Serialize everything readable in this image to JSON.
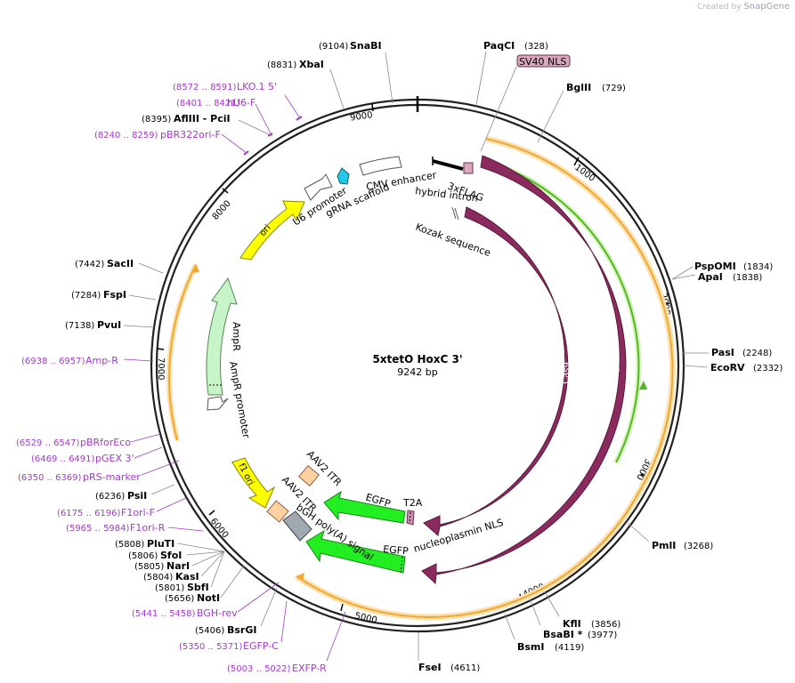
{
  "credit": {
    "prefix": "Created by",
    "brand": "SnapGene"
  },
  "plasmid": {
    "name": "5xtetO HoxC 3'",
    "size": "9242 bp"
  },
  "ticks": [
    "1000",
    "2000",
    "3000",
    "4000",
    "5000",
    "6000",
    "7000",
    "8000",
    "9000"
  ],
  "sites": [
    {
      "name": "SnaBI",
      "pos": "(9104)"
    },
    {
      "name": "XbaI",
      "pos": "(8831)"
    },
    {
      "name": "AflIII  - PciI",
      "pos": "(8395)"
    },
    {
      "name": "SacII",
      "pos": "(7442)"
    },
    {
      "name": "FspI",
      "pos": "(7284)"
    },
    {
      "name": "PvuI",
      "pos": "(7138)"
    },
    {
      "name": "PsiI",
      "pos": "(6236)"
    },
    {
      "name": "PluTI",
      "pos": "(5808)"
    },
    {
      "name": "SfoI",
      "pos": "(5806)"
    },
    {
      "name": "NarI",
      "pos": "(5805)"
    },
    {
      "name": "KasI",
      "pos": "(5804)"
    },
    {
      "name": "SbfI",
      "pos": "(5801)"
    },
    {
      "name": "NotI",
      "pos": "(5656)"
    },
    {
      "name": "BsrGI",
      "pos": "(5406)"
    },
    {
      "name": "FseI",
      "pos": "(4611)"
    },
    {
      "name": "BsmI",
      "pos": "(4119)"
    },
    {
      "name": "BsaBI *",
      "pos": "(3977)"
    },
    {
      "name": "KflI",
      "pos": "(3856)"
    },
    {
      "name": "PmlI",
      "pos": "(3268)"
    },
    {
      "name": "EcoRV",
      "pos": "(2332)"
    },
    {
      "name": "PasI",
      "pos": "(2248)"
    },
    {
      "name": "ApaI",
      "pos": "(1838)"
    },
    {
      "name": "PspOMI",
      "pos": "(1834)"
    },
    {
      "name": "BglII",
      "pos": "(729)"
    },
    {
      "name": "PaqCI",
      "pos": "(328)"
    }
  ],
  "primers": [
    {
      "name": "LKO.1 5'",
      "range": "(8572 .. 8591)"
    },
    {
      "name": "hU6-F",
      "range": "(8401 .. 8421)"
    },
    {
      "name": "pBR322ori-F",
      "range": "(8240 .. 8259)"
    },
    {
      "name": "Amp-R",
      "range": "(6938 .. 6957)"
    },
    {
      "name": "pBRforEco",
      "range": "(6529 .. 6547)"
    },
    {
      "name": "pGEX 3'",
      "range": "(6469 .. 6491)"
    },
    {
      "name": "pRS-marker",
      "range": "(6350 .. 6369)"
    },
    {
      "name": "F1ori-F",
      "range": "(6175 .. 6196)"
    },
    {
      "name": "F1ori-R",
      "range": "(5965 .. 5984)"
    },
    {
      "name": "BGH-rev",
      "range": "(5441 .. 5458)"
    },
    {
      "name": "EGFP-C",
      "range": "(5350 .. 5371)"
    },
    {
      "name": "EXFP-R",
      "range": "(5003 .. 5022)"
    }
  ],
  "features": {
    "sv40_nls": "SV40 NLS",
    "cmv_enhancer": "CMV enhancer",
    "hybrid_intron": "hybrid intron",
    "three_x_flag": "3xFLAG",
    "kozak": "Kozak sequence",
    "u6_promoter": "U6 promoter",
    "grna_scaffold": "gRNA scaffold",
    "ori": "ori",
    "ampr": "AmpR",
    "ampr_promoter": "AmpR promoter",
    "f1_ori": "f1 ori",
    "aav2_itr_1": "AAV2 ITR",
    "aav2_itr_2": "AAV2 ITR",
    "bgh": "bGH poly(A) signal",
    "egfp_inner": "EGFP",
    "t2a": "T2A",
    "egfp_outer": "EGFP",
    "nucleoplasmin": "nucleoplasmin NLS",
    "cas9_inner": "Cas9",
    "cas9_outer": "Cas9"
  },
  "colors": {
    "backbone": "#222222",
    "cas9": "#8b2a5e",
    "egfp": "#22ee22",
    "ori": "#ffff00",
    "ampr": "#c8f5c8",
    "f1_ori": "#ffff00",
    "aav2_itr": "#ffd0a0",
    "bgh": "#a0a8b0",
    "primer": "#a13cc6",
    "orf_orange": "#f0a830",
    "orf_green": "#55b820",
    "sv40_nls": "#d9a8c0",
    "grna": "#22c8e8"
  }
}
